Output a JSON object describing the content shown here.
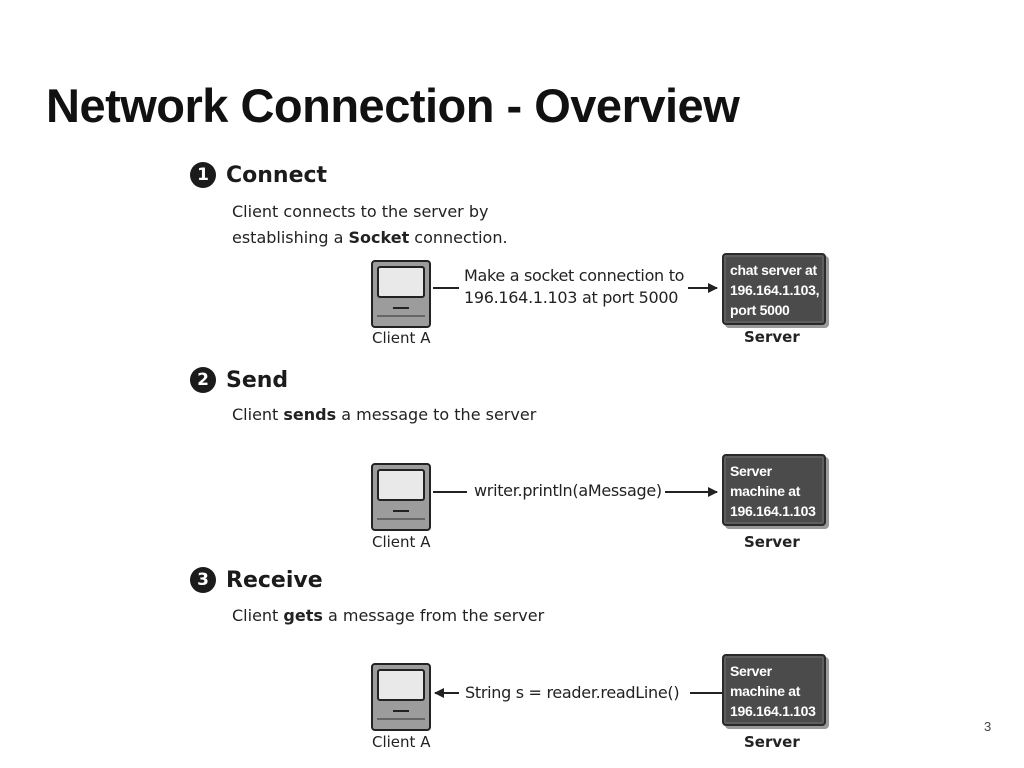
{
  "title": "Network Connection - Overview",
  "page_number": "3",
  "steps": [
    {
      "number": "1",
      "title": "Connect",
      "desc_line1": "Client connects to the server by",
      "desc_line2_pre": "establishing a ",
      "desc_line2_bold": "Socket",
      "desc_line2_post": " connection.",
      "client_label": "Client A",
      "message_line1": "Make a socket connection to",
      "message_line2": "196.164.1.103 at port 5000",
      "server_text": "chat server at\n196.164.1.103,\nport 5000",
      "server_label": "Server"
    },
    {
      "number": "2",
      "title": "Send",
      "desc_pre": "Client ",
      "desc_bold": "sends",
      "desc_post": " a message to the server",
      "client_label": "Client A",
      "message": "writer.println(aMessage)",
      "server_text": "Server\nmachine at\n196.164.1.103",
      "server_label": "Server"
    },
    {
      "number": "3",
      "title": "Receive",
      "desc_pre": "Client ",
      "desc_bold": "gets",
      "desc_post": " a message from the server",
      "client_label": "Client A",
      "message": "String s = reader.readLine()",
      "server_text": "Server\nmachine at\n196.164.1.103",
      "server_label": "Server"
    }
  ]
}
